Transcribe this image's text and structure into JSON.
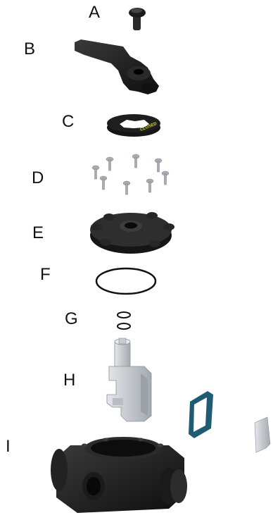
{
  "diagram": {
    "parts": [
      {
        "key": "A",
        "label": "A",
        "name": "knob"
      },
      {
        "key": "B",
        "label": "B",
        "name": "handle"
      },
      {
        "key": "C",
        "label": "C",
        "name": "position-ring"
      },
      {
        "key": "D",
        "label": "D",
        "name": "screws"
      },
      {
        "key": "E",
        "label": "E",
        "name": "valve-cover"
      },
      {
        "key": "F",
        "label": "F",
        "name": "large-o-ring"
      },
      {
        "key": "G",
        "label": "G",
        "name": "small-o-rings"
      },
      {
        "key": "H",
        "label": "H",
        "name": "diverter"
      },
      {
        "key": "I",
        "label": "I",
        "name": "valve-body"
      }
    ],
    "ring_text": "CLOSED"
  },
  "colors": {
    "part_black": "#1c1c1c",
    "part_dark": "#2a2a2a",
    "screw_grey": "#a9adb3",
    "diverter_grey": "#c8ccd2",
    "seal_teal": "#1f5c74",
    "ring_yellow": "#d7d23a"
  }
}
